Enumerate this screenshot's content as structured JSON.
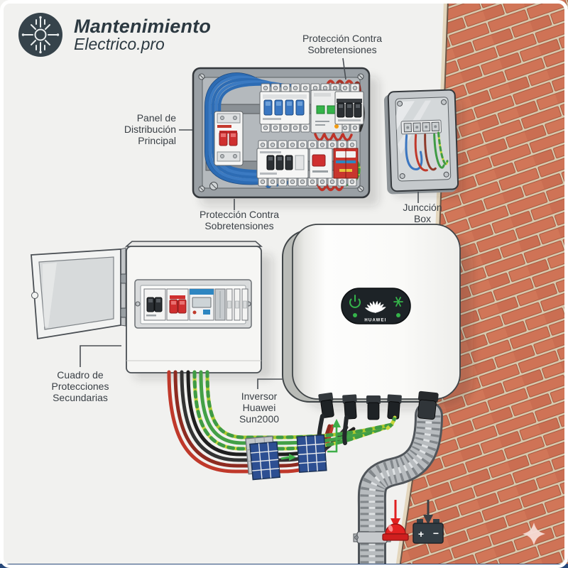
{
  "header": {
    "brand_line1": "Mantenimiento",
    "brand_line2": "Electrico.pro",
    "logo_icon": "circuit-hub-icon"
  },
  "callouts": {
    "surge_top": {
      "lines": [
        "Protección Contra",
        "Sobretensiones"
      ]
    },
    "main_panel": {
      "lines": [
        "Panel de",
        "Distribución",
        "Principal"
      ]
    },
    "surge_bottom": {
      "lines": [
        "Protección Contra",
        "Sobretensiones"
      ]
    },
    "junction_box": {
      "lines": [
        "Juncción",
        "Box"
      ]
    },
    "secondary_board": {
      "lines": [
        "Cuadro de",
        "Protecciones",
        "Secundarias"
      ]
    },
    "inverter": {
      "lines": [
        "Inversor",
        "Huawei",
        "Sun2000"
      ]
    }
  },
  "inverter_badge": {
    "brand_text": "HUAWEI",
    "left_icon": "power-icon",
    "right_icon": "eco-grid-icon",
    "led_left": "green",
    "led_right": "green"
  },
  "battery_icon": {
    "plus_label": "+",
    "minus_label": "−"
  },
  "icons": [
    "solar-panel-icon",
    "alarm-light-icon",
    "battery-icon",
    "sparkle-icon",
    "green-flow-arrow",
    "green-up-arrow",
    "red-down-arrow",
    "black-down-arrow"
  ],
  "palette": {
    "background": "#f1f1ef",
    "ink": "#3a4046",
    "brand": "#2c3941",
    "brick": "#cf7356",
    "mortar": "#d7c9ae",
    "wire_blue": "#2d6cb4",
    "wire_red": "#c0392b",
    "wire_black": "#333333",
    "earth_yellow": "#c9d63b",
    "earth_green": "#3f9b45",
    "led_green": "#35b44a",
    "alarm_red": "#e02020",
    "conduit_gray": "#b8bcbf",
    "enclosure_gray": "#9aa0a5",
    "inverter_white": "#fbfbfa",
    "badge_black": "#1d2327",
    "bottom_bar_blue": "#274879"
  }
}
